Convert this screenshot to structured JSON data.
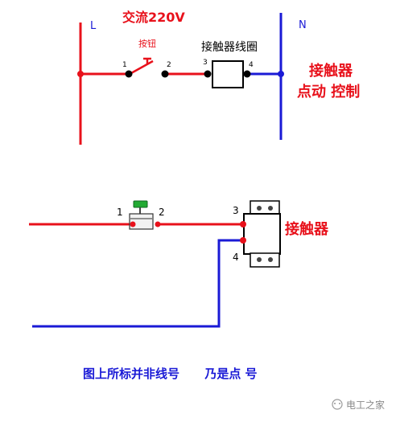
{
  "top": {
    "title": "交流220V",
    "line_L": "L",
    "line_N": "N",
    "button_label": "按钮",
    "coil_label": "接触器线圈",
    "terminal_1": "1",
    "terminal_2": "2",
    "terminal_3": "3",
    "terminal_4": "4",
    "side_line1": "接触器",
    "side_line2": "点动 控制"
  },
  "bottom": {
    "terminal_1": "1",
    "terminal_2": "2",
    "terminal_3": "3",
    "terminal_4": "4",
    "contactor_label": "接触器"
  },
  "note": "图上所标并非线号      乃是点 号",
  "watermark": "电工之家",
  "colors": {
    "live": "#e8111b",
    "neutral": "#1a1ad6",
    "caption": "#1a1ad6",
    "button_green": "#22aa33"
  }
}
